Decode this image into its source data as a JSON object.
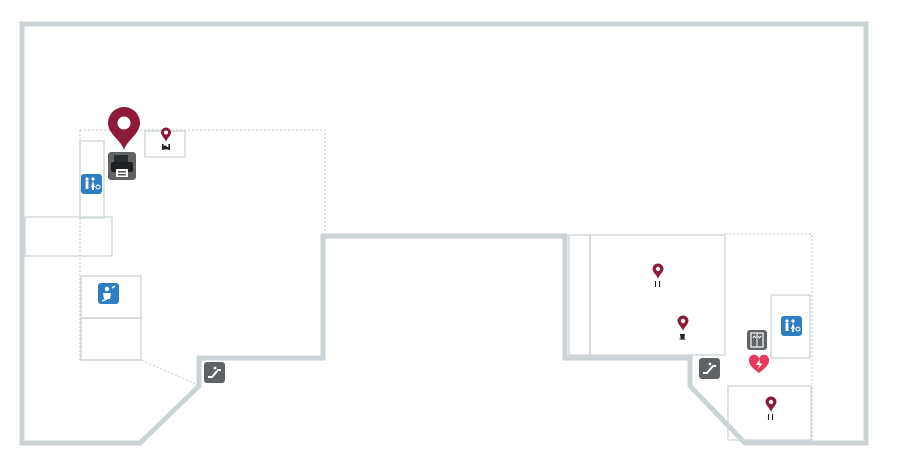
{
  "map": {
    "colors": {
      "outer_wall": "#ccd3d6",
      "room_border": "#d2d8db",
      "dotted_zone": "#c4cacd",
      "pin": "#8c1b3a",
      "service_tile": "#606366",
      "blue_tile": "#2f7dc2",
      "aed_heart": "#e8385e"
    },
    "markers": [
      {
        "id": "selected-location",
        "icon": "map-pin",
        "kind": "selected"
      },
      {
        "id": "printer",
        "icon": "printer-icon",
        "kind": "service"
      },
      {
        "id": "restroom-west",
        "icon": "restroom-icon",
        "kind": "facility"
      },
      {
        "id": "baby-changing",
        "icon": "baby-changing-icon",
        "kind": "facility"
      },
      {
        "id": "escalator-west",
        "icon": "escalator-icon",
        "kind": "service"
      },
      {
        "id": "poi-bed-shop",
        "icon": "bed-icon",
        "kind": "store"
      },
      {
        "id": "poi-restaurant-1",
        "icon": "fork-knife-icon",
        "kind": "store"
      },
      {
        "id": "poi-cafe",
        "icon": "coffee-cup-icon",
        "kind": "store"
      },
      {
        "id": "elevator",
        "icon": "elevator-icon",
        "kind": "service"
      },
      {
        "id": "restroom-east",
        "icon": "restroom-icon",
        "kind": "facility"
      },
      {
        "id": "escalator-east",
        "icon": "escalator-icon",
        "kind": "service"
      },
      {
        "id": "aed",
        "icon": "defibrillator-icon",
        "kind": "safety"
      },
      {
        "id": "poi-restaurant-2",
        "icon": "fork-knife-icon",
        "kind": "store"
      }
    ]
  }
}
